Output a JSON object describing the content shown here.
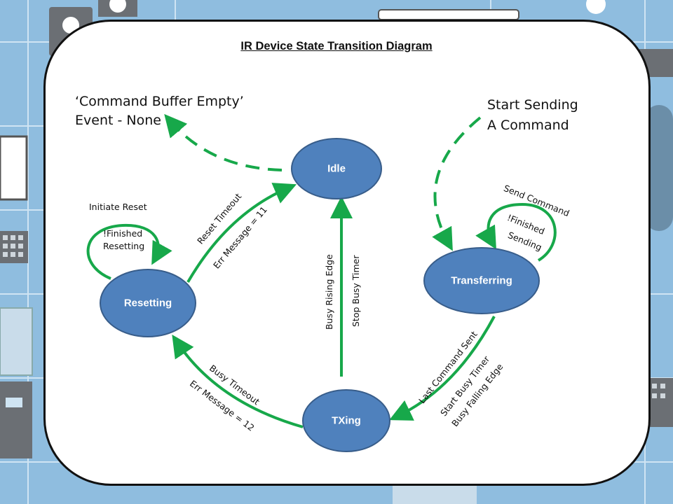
{
  "title": "IR Device State Transition Diagram",
  "colors": {
    "node_fill": "#4f81bd",
    "node_stroke": "#385d8a",
    "arrow": "#17a84a",
    "background": "#8fbddf",
    "card": "#ffffff"
  },
  "nodes": {
    "idle": "Idle",
    "transferring": "Transferring",
    "resetting": "Resetting",
    "txing": "TXing"
  },
  "events": {
    "buffer_empty_line1": "‘Command Buffer Empty’",
    "buffer_empty_line2": "Event - None",
    "start_sending_line1": "Start Sending",
    "start_sending_line2": "A Command"
  },
  "transitions": {
    "initiate_reset": "Initiate Reset",
    "finished_resetting_line1": "!Finished",
    "finished_resetting_line2": "Resetting",
    "reset_timeout": "Reset Timeout",
    "err_message_11": "Err Message = 11",
    "send_command": "Send Command",
    "finished_sending_line1": "!Finished",
    "finished_sending_line2": "Sending",
    "busy_rising_edge": "Busy Rising Edge",
    "stop_busy_timer": "Stop Busy Timer",
    "busy_timeout": "Busy Timeout",
    "err_message_12": "Err Message = 12",
    "last_command_sent": "Last Command Sent",
    "start_busy_timer": "Start Busy Timer",
    "busy_falling_edge": "Busy Falling Edge"
  }
}
